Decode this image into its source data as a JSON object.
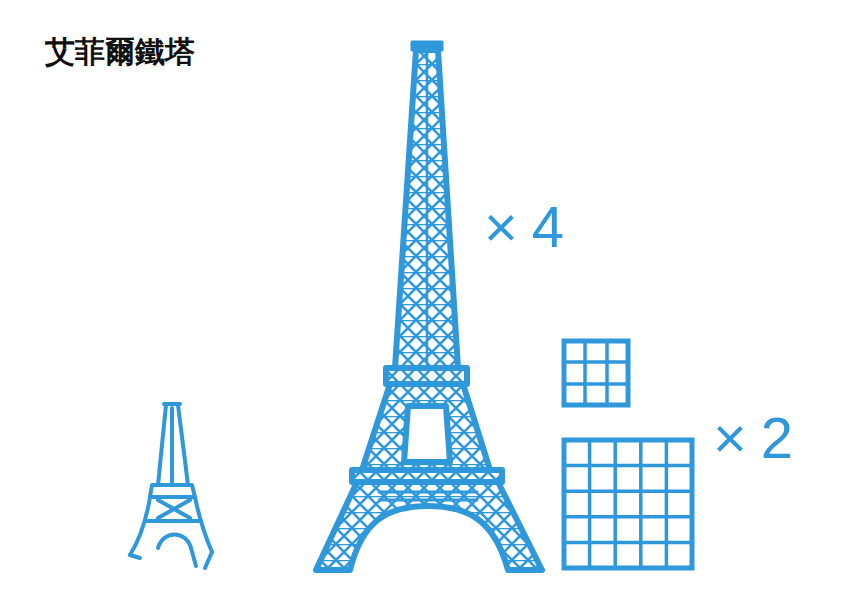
{
  "diagram": {
    "title": "艾菲爾鐵塔",
    "labels": [
      "×4",
      "×2"
    ]
  }
}
